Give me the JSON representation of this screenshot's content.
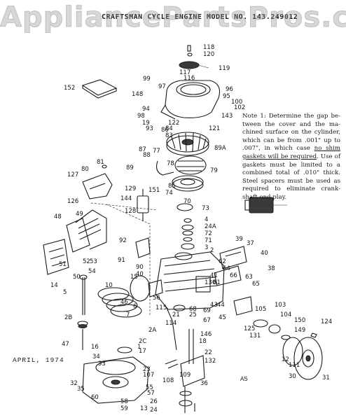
{
  "watermark": "AppliancePartsPros.com",
  "title": "CRAFTSMAN CYCLE ENGINE MODEL NO. 143.249012",
  "note": {
    "line1": "Note 1: Determine the gap be-",
    "line2": "tween the cover and the ma-",
    "line3": "chined surface on the cylinder,",
    "line4": "which can be from .001\" up to",
    "line5a": ".007\", in which case ",
    "line5b": "no shim",
    "line6a": "gaskets will be required",
    "line6b": ". Use of",
    "line7": "gaskets must be limited to a",
    "line8": "combined total of .010\" thick.",
    "line9": "Steel spacers must be used as",
    "line10": "required to eliminate crank-",
    "line11": "shaft end play."
  },
  "date": "APRIL, 1974",
  "sheet": "A5",
  "part_labels": [
    "118",
    "120",
    "119",
    "117",
    "116",
    "99",
    "97",
    "152",
    "148",
    "94",
    "96",
    "95",
    "100",
    "102",
    "98",
    "19",
    "122",
    "143",
    "86",
    "84",
    "121",
    "93",
    "83",
    "77",
    "89A",
    "87",
    "88",
    "89",
    "78",
    "79",
    "81",
    "127",
    "80",
    "85",
    "126",
    "151",
    "129",
    "144",
    "128",
    "49",
    "74",
    "73",
    "70",
    "4",
    "24A",
    "72",
    "71",
    "3",
    "2",
    "39",
    "37",
    "40",
    "48",
    "92",
    "91",
    "62",
    "64",
    "38",
    "63",
    "65",
    "66",
    "90",
    "40",
    "41",
    "61",
    "51",
    "52",
    "53",
    "54",
    "50",
    "14",
    "15",
    "10",
    "46",
    "130",
    "5",
    "7",
    "6",
    "56",
    "115",
    "114",
    "21",
    "25",
    "68",
    "69",
    "67",
    "43",
    "44",
    "45",
    "103",
    "105",
    "104",
    "150",
    "149",
    "125",
    "131",
    "124",
    "2B",
    "2A",
    "2C",
    "1",
    "17",
    "18",
    "22",
    "132",
    "146",
    "47",
    "34",
    "33",
    "23",
    "107",
    "16",
    "12",
    "108",
    "109",
    "111",
    "30",
    "31",
    "32",
    "35",
    "60",
    "55",
    "57",
    "58",
    "59",
    "26",
    "24",
    "13",
    "36"
  ]
}
